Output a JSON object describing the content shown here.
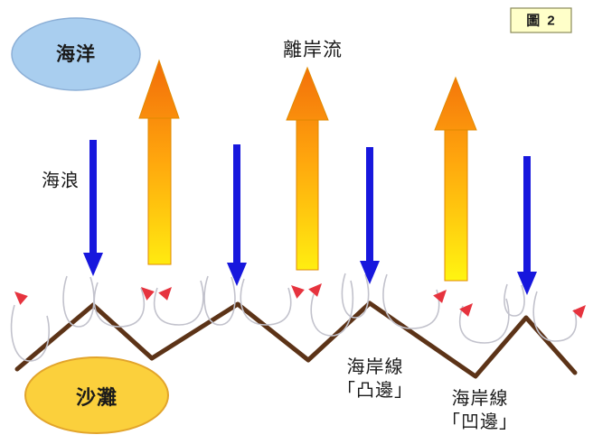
{
  "figure": {
    "tag": "圖 2"
  },
  "labels": {
    "ocean": "海洋",
    "waves": "海浪",
    "rip_current": "離岸流",
    "beach": "沙灘",
    "coastline_convex": {
      "line1": "海岸線",
      "line2": "「凸邊」"
    },
    "coastline_concave": {
      "line1": "海岸線",
      "line2": "「凹邊」"
    }
  },
  "colors": {
    "background": "#FFFFFF",
    "ocean_fill": "#A9CEEF",
    "ocean_border": "#8CAFD6",
    "beach_fill": "#FBD03C",
    "beach_border": "#E2A42B",
    "wave_arrow_blue": "#1717DD",
    "rip_gradient_top": "#F26C0A",
    "rip_gradient_mid": "#FFA60D",
    "rip_gradient_bottom": "#FFF511",
    "rip_outline": "#E08A00",
    "coastline_brown": "#5C3317",
    "swirl_arc_gray": "#C2C2CC",
    "swirl_arrow_red": "#E6333E",
    "figure_box_fill": "#FFFFC9",
    "figure_box_border": "#8A8A5A",
    "text": "#1A1A1A"
  }
}
